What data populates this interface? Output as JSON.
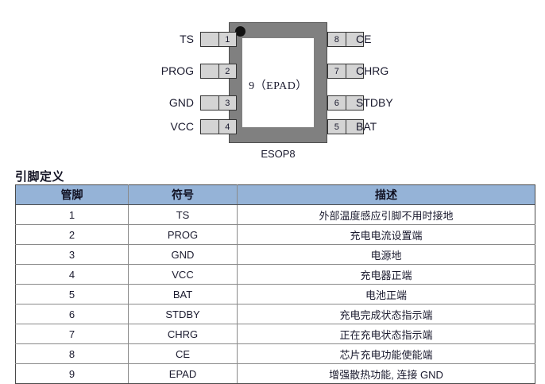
{
  "diagram": {
    "package_name": "ESOP8",
    "epad_label": "9（EPAD）",
    "dot_marker": "pin1-dot",
    "body_color": "#808080",
    "pad_color": "#ffffff",
    "pin_color": "#d4d4d4",
    "pins_left": [
      {
        "number": "1",
        "label": "TS"
      },
      {
        "number": "2",
        "label": "PROG"
      },
      {
        "number": "3",
        "label": "GND"
      },
      {
        "number": "4",
        "label": "VCC"
      }
    ],
    "pins_right": [
      {
        "number": "8",
        "label": "CE"
      },
      {
        "number": "7",
        "label": "CHRG"
      },
      {
        "number": "6",
        "label": "STDBY"
      },
      {
        "number": "5",
        "label": "BAT"
      }
    ]
  },
  "section": {
    "heading": "引脚定义"
  },
  "table": {
    "header_color": "#95b3d7",
    "columns": [
      "管脚",
      "符号",
      "描述"
    ],
    "rows": [
      {
        "pin": "1",
        "symbol": "TS",
        "description": "外部温度感应引脚不用时接地"
      },
      {
        "pin": "2",
        "symbol": "PROG",
        "description": "充电电流设置端"
      },
      {
        "pin": "3",
        "symbol": "GND",
        "description": "电源地"
      },
      {
        "pin": "4",
        "symbol": "VCC",
        "description": "充电器正端"
      },
      {
        "pin": "5",
        "symbol": "BAT",
        "description": "电池正端"
      },
      {
        "pin": "6",
        "symbol": "STDBY",
        "description": "充电完成状态指示端"
      },
      {
        "pin": "7",
        "symbol": "CHRG",
        "description": "正在充电状态指示端"
      },
      {
        "pin": "8",
        "symbol": "CE",
        "description": "芯片充电功能使能端"
      },
      {
        "pin": "9",
        "symbol": "EPAD",
        "description": "增强散热功能, 连接 GND"
      }
    ]
  }
}
